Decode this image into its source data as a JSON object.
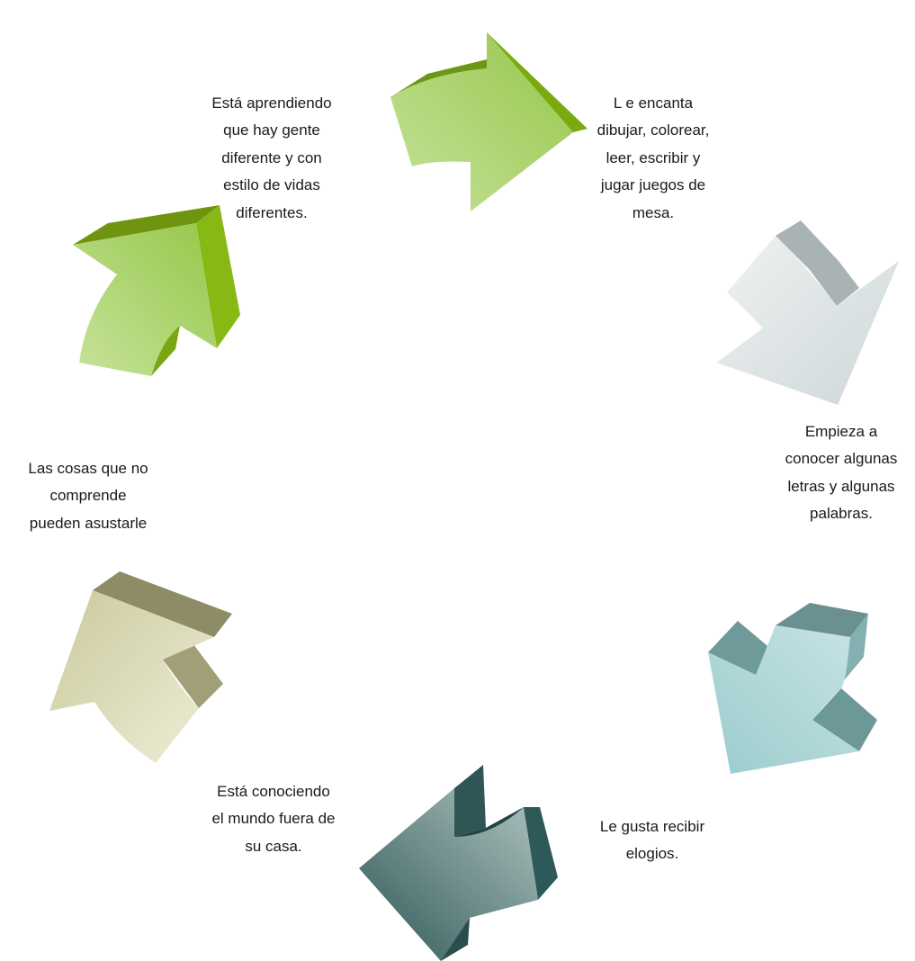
{
  "diagram": {
    "type": "cycle",
    "steps": [
      {
        "text": "L e encanta\ndibujar, colorear,\nleer, escribir y\njugar juegos de\nmesa.",
        "color": "#a3cd59"
      },
      {
        "text": "Empieza a\nconocer algunas\nletras y algunas\npalabras.",
        "color": "#dde5e6"
      },
      {
        "text": "Le gusta recibir\nelogios.",
        "color": "#a6d1d2"
      },
      {
        "text": "Está conociendo\nel mundo fuera de\nsu casa.",
        "color": "#5a807e"
      },
      {
        "text": "Las cosas que no\ncomprende\npueden asustarle",
        "color": "#d4d3aa"
      },
      {
        "text": "Está aprendiendo\nque hay gente\ndiferente y con\nestilo de vidas\ndiferentes.",
        "color": "#a3cd59"
      }
    ]
  }
}
